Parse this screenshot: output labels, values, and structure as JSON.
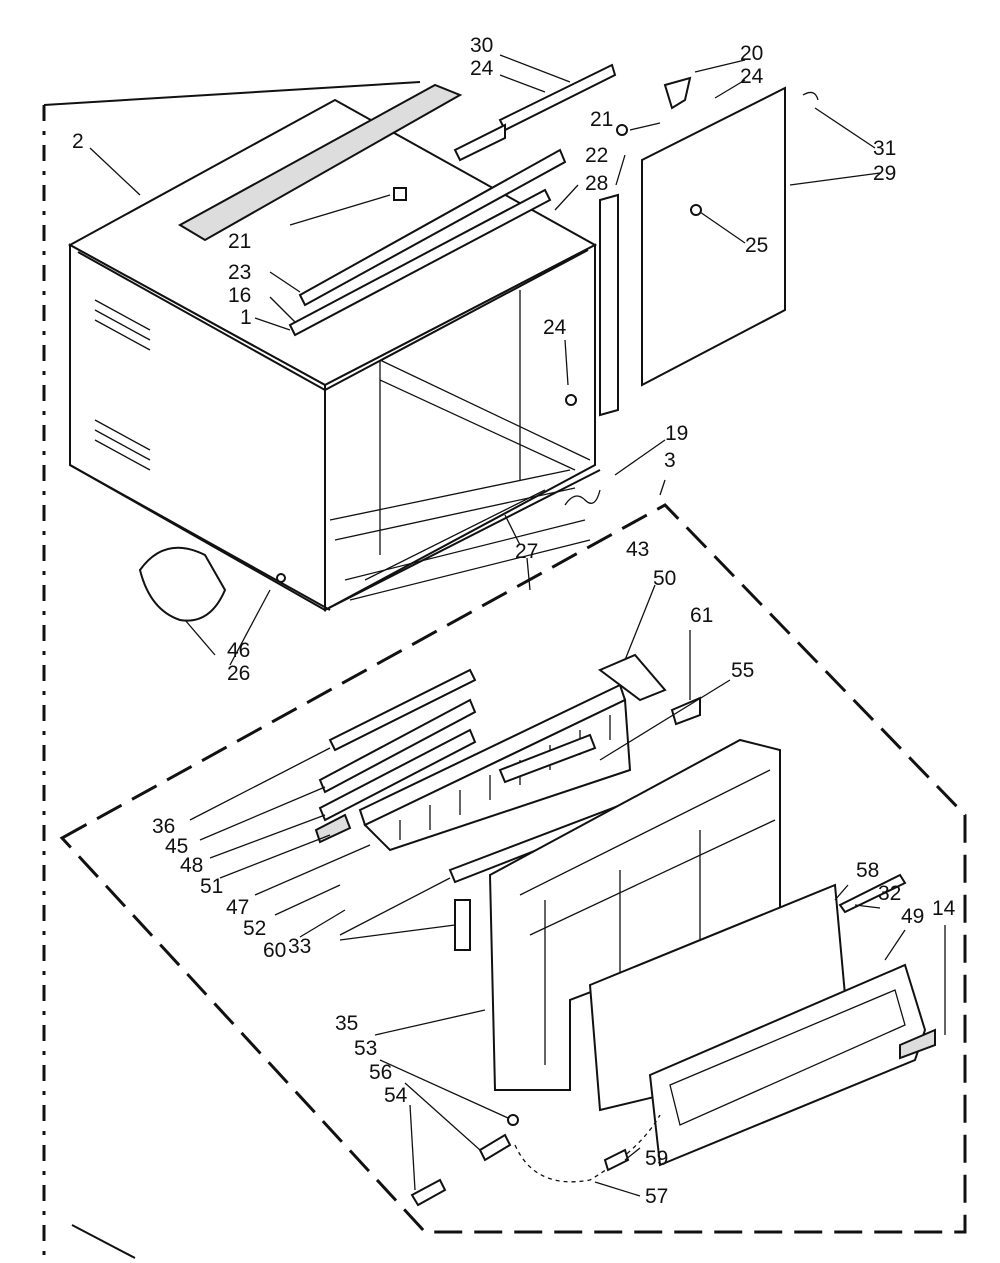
{
  "diagram": {
    "labels": {
      "l30": "30",
      "l24a": "24",
      "l20": "20",
      "l24b": "24",
      "l21a": "21",
      "l31": "31",
      "l22": "22",
      "l29": "29",
      "l2": "2",
      "l28": "28",
      "l25": "25",
      "l21b": "21",
      "l23": "23",
      "l16": "16",
      "l1": "1",
      "l24c": "24",
      "l19": "19",
      "l3": "3",
      "l27": "27",
      "l43": "43",
      "l50": "50",
      "l61": "61",
      "l55": "55",
      "l46": "46",
      "l26": "26",
      "l36": "36",
      "l45": "45",
      "l48": "48",
      "l51": "51",
      "l47": "47",
      "l52": "52",
      "l60": "60",
      "l33": "33",
      "l58": "58",
      "l32": "32",
      "l49": "49",
      "l14": "14",
      "l35": "35",
      "l53": "53",
      "l56": "56",
      "l54": "54",
      "l59": "59",
      "l57": "57"
    }
  }
}
